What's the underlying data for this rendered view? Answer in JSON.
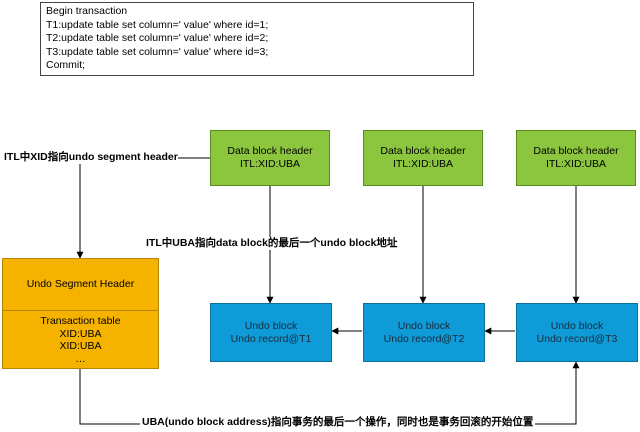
{
  "code": {
    "lines": [
      "Begin transaction",
      "T1:update table set column=' value' where id=1;",
      "T2:update table set column=' value' where id=2;",
      "T3:update table set column=' value' where id=3;",
      "Commit;"
    ]
  },
  "data_blocks": [
    {
      "title": "Data block header",
      "sub": "ITL:XID:UBA"
    },
    {
      "title": "Data block header",
      "sub": "ITL:XID:UBA"
    },
    {
      "title": "Data block header",
      "sub": "ITL:XID:UBA"
    }
  ],
  "undo_blocks": [
    {
      "title": "Undo block",
      "sub": "Undo record@T1"
    },
    {
      "title": "Undo block",
      "sub": "Undo record@T2"
    },
    {
      "title": "Undo block",
      "sub": "Undo record@T3"
    }
  ],
  "segment_header": {
    "title": "Undo Segment Header",
    "lines": [
      "Transaction table",
      "XID:UBA",
      "XID:UBA",
      "…"
    ]
  },
  "labels": {
    "itl_xid": "ITL中XID指向undo segment header",
    "itl_uba": "ITL中UBA指向data block的最后一个undo block地址",
    "uba_bottom": "UBA(undo block address)指向事务的最后一个操作，同时也是事务回滚的开始位置"
  }
}
